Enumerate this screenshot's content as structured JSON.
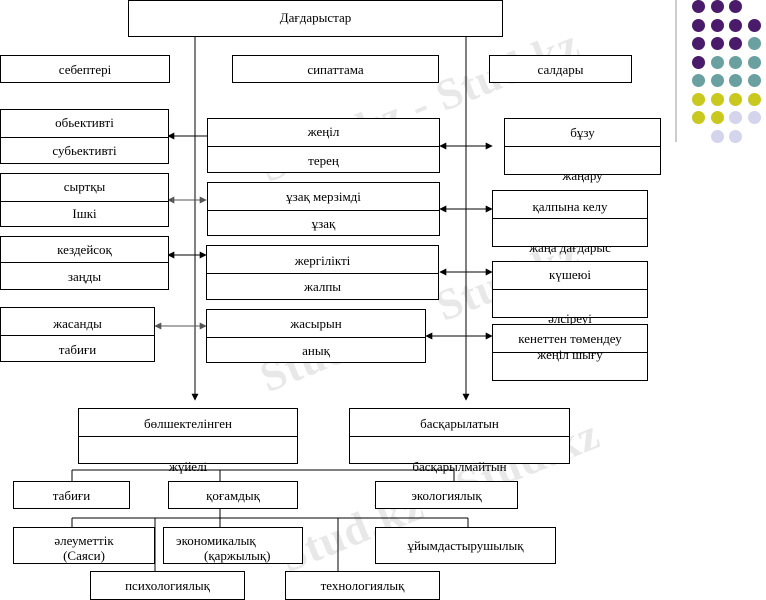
{
  "title": "Дағдарыстар",
  "headers": {
    "causes": "себептері",
    "character": "сипаттама",
    "consequences": "салдары"
  },
  "causes": [
    [
      "обьективті",
      "субьективті"
    ],
    [
      "сыртқы",
      "Ішкі"
    ],
    [
      "кездейсоқ",
      "заңды"
    ],
    [
      "жасанды",
      "табиғи"
    ]
  ],
  "characteristics": [
    [
      "жеңіл",
      "терең"
    ],
    [
      "ұзақ мерзімді",
      "ұзақ"
    ],
    [
      "жергілікті",
      "жалпы"
    ],
    [
      "жасырын",
      "анық"
    ]
  ],
  "consequences": [
    [
      "бұзу",
      "жаңару"
    ],
    [
      "қалпына келу",
      "жаңа дағдарыс"
    ],
    [
      "күшеюі",
      "әлсіреуі"
    ],
    [
      "кенеттен төмендеу",
      "жеңіл шығу"
    ]
  ],
  "lower": {
    "left": [
      "бөлшектелінген",
      "жүйелі"
    ],
    "right": [
      "басқарылатын",
      "басқарылмайтын"
    ]
  },
  "kinds": {
    "natural": "табиғи",
    "social": "қоғамдық",
    "ecological": "экологиялық"
  },
  "social_kinds": {
    "socio_political_1": "әлеуметтік",
    "socio_political_2": "(Саяси)",
    "economic_1": "экономикалық",
    "economic_2": "(қаржылық)",
    "organizational": "ұйымдастырушылық",
    "psychological": "психологиялық",
    "technological": "технологиялық"
  },
  "watermark": "Stud.kz - Stud.kz",
  "colors": {
    "purple": "#4a1a6b",
    "teal": "#6aa0a0",
    "yellow": "#c8c81e",
    "lavender": "#d4d4ec"
  }
}
